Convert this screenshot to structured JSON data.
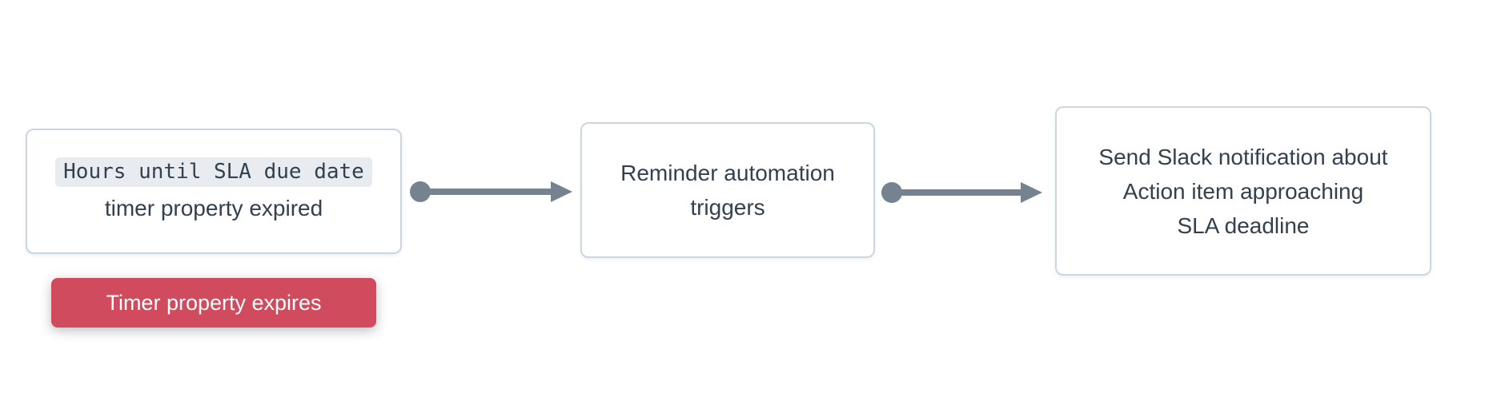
{
  "colors": {
    "canvas-bg": "#ffffff",
    "node-bg": "#ffffff",
    "node-border": "#cbd6e0",
    "text": "#33404e",
    "code-bg": "#e8ecf1",
    "arrow": "#75828f",
    "badge-bg": "#d04b5e",
    "badge-text": "#ffffff"
  },
  "flow": {
    "nodes": [
      {
        "id": "trigger-condition",
        "code": "Hours until SLA due date",
        "text": "timer property expired"
      },
      {
        "id": "automation",
        "lines": [
          "Reminder automation",
          "triggers"
        ]
      },
      {
        "id": "action",
        "lines": [
          "Send Slack notification about",
          "Action item approaching",
          "SLA deadline"
        ]
      }
    ],
    "trigger_badge": {
      "label": "Timer property expires"
    },
    "connectors": [
      {
        "from": "trigger-condition",
        "to": "automation",
        "style": "dot-line-arrow"
      },
      {
        "from": "automation",
        "to": "action",
        "style": "dot-line-arrow"
      }
    ]
  }
}
